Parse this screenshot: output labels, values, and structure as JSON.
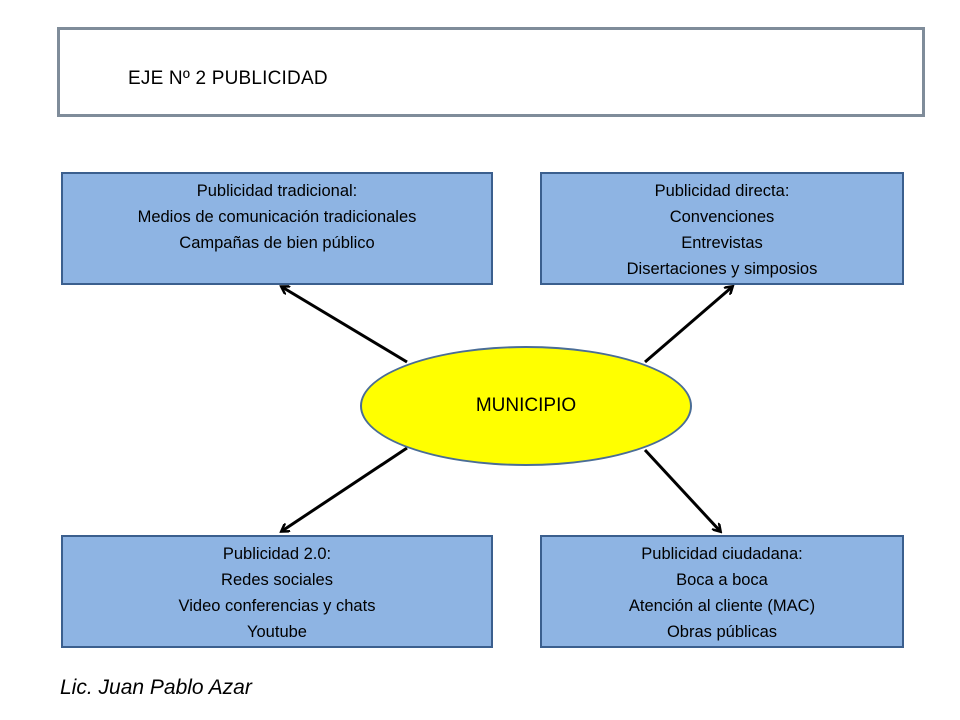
{
  "title": "EJE Nº 2 PUBLICIDAD",
  "center_label": "MUNICIPIO",
  "boxes": {
    "top_left": {
      "lines": [
        "Publicidad tradicional:",
        "Medios de comunicación tradicionales",
        "Campañas de bien público"
      ]
    },
    "top_right": {
      "lines": [
        "Publicidad directa:",
        "Convenciones",
        "Entrevistas",
        "Disertaciones  y simposios"
      ]
    },
    "bottom_left": {
      "lines": [
        "Publicidad 2.0:",
        "Redes sociales",
        "Video conferencias  y chats",
        "Youtube"
      ]
    },
    "bottom_right": {
      "lines": [
        "Publicidad ciudadana:",
        "Boca a boca",
        "Atención al cliente (MAC)",
        "Obras públicas"
      ]
    }
  },
  "author": "Lic. Juan Pablo Azar",
  "colors": {
    "box_fill": "#8eb4e3",
    "box_border": "#3b5f8e",
    "ellipse_fill": "#ffff00",
    "title_border": "#7f8c9a"
  }
}
